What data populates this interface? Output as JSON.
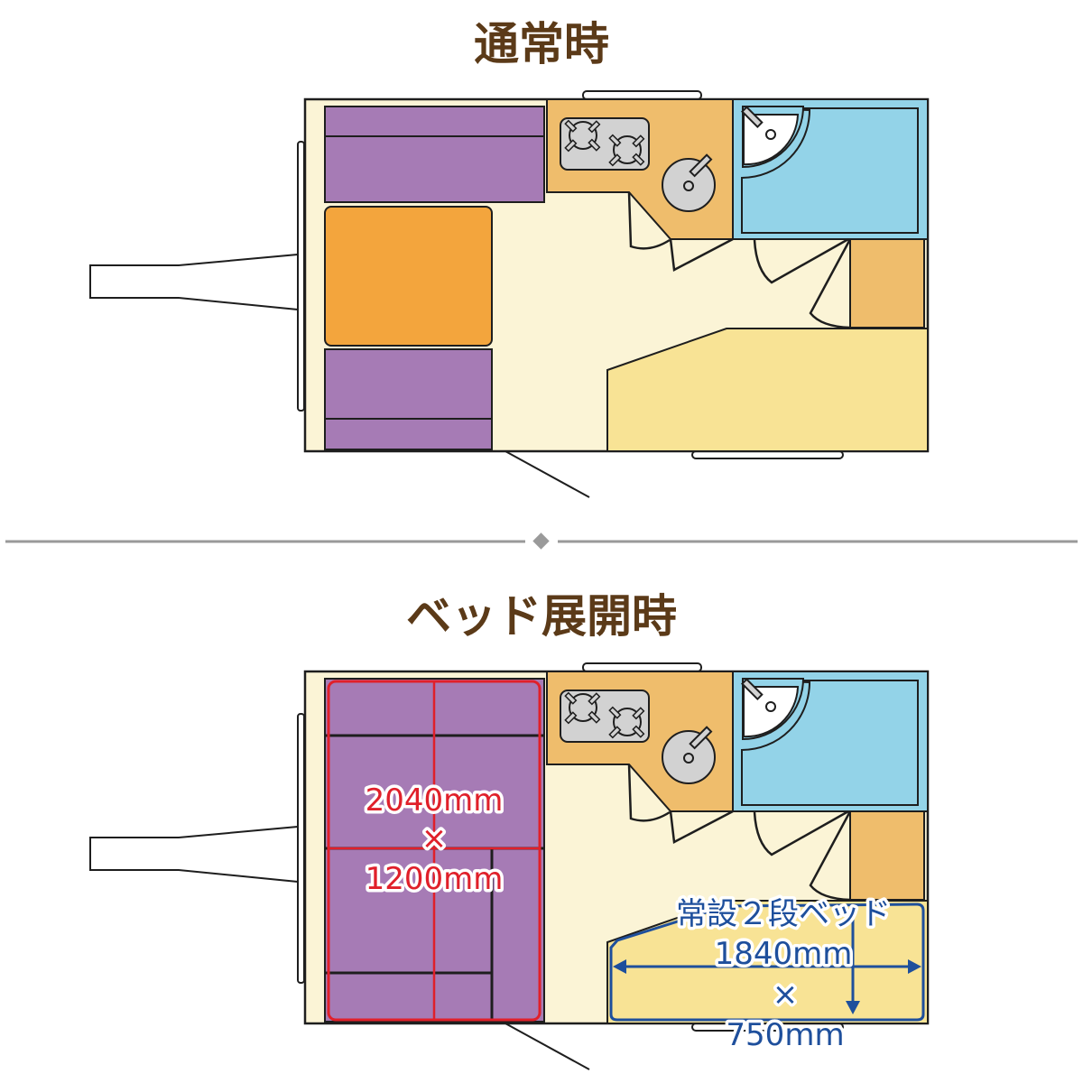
{
  "titles": {
    "normal": "通常時",
    "bed_mode": "ベッド展開時"
  },
  "bed_mode_labels": {
    "main_bed": {
      "length": "2040mm",
      "times": "×",
      "width": "1200mm"
    },
    "bunk_bed": {
      "name": "常設２段ベッド",
      "length": "1840mm",
      "times": "×",
      "width": "750mm"
    }
  },
  "colors": {
    "title": "#5b3a18",
    "floor": "#fbf4d6",
    "seat": "#a67bb5",
    "table": "#f3a53d",
    "kitchen": "#efbd6c",
    "bath": "#93d3e8",
    "bunk": "#f8e395",
    "main_bed_outline": "#e0202a",
    "bunk_outline": "#1e4f9c"
  }
}
